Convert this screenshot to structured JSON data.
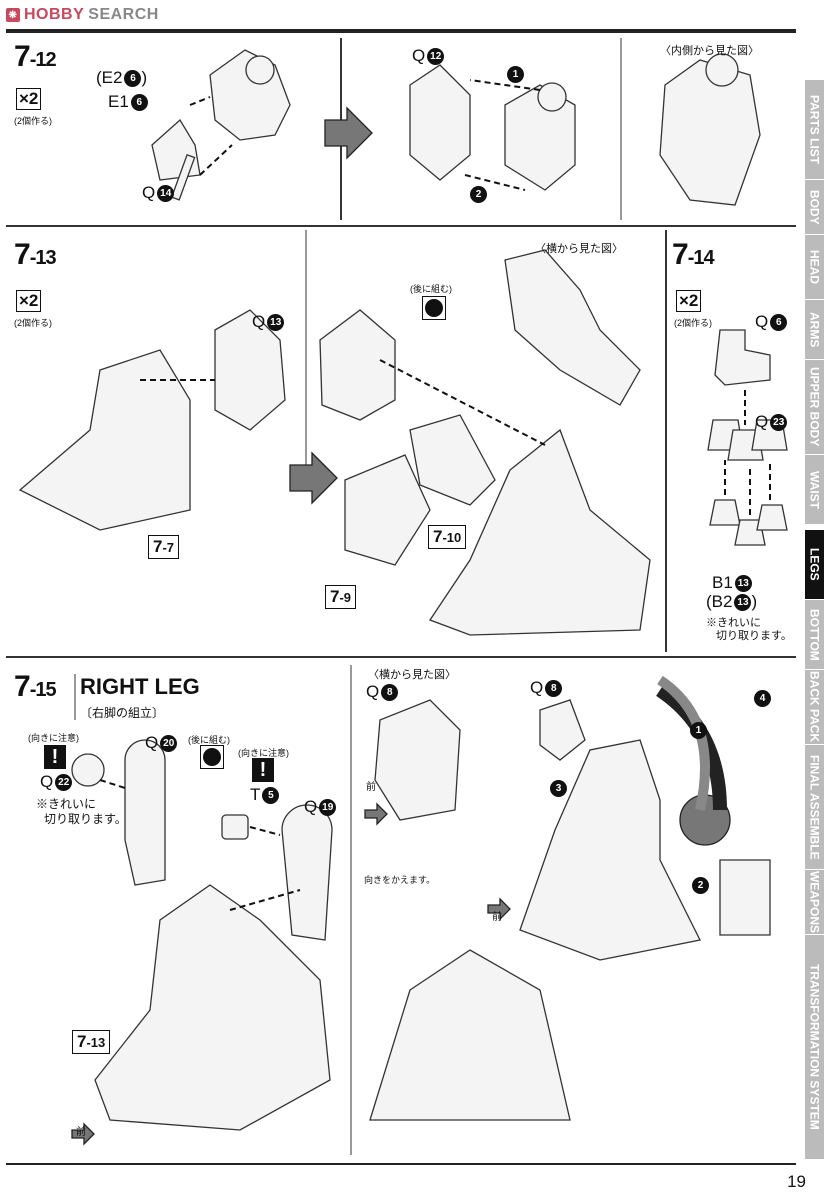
{
  "header": {
    "logo": "HOBBY SEARCH",
    "logo_part1": "HOBBY",
    "logo_part2": "SEARCH"
  },
  "page_number": "19",
  "tabs": [
    {
      "label": "PARTS LIST",
      "active": false
    },
    {
      "label": "BODY",
      "active": false
    },
    {
      "label": "HEAD",
      "active": false
    },
    {
      "label": "ARMS",
      "active": false
    },
    {
      "label": "UPPER BODY",
      "active": false
    },
    {
      "label": "WAIST",
      "active": false
    },
    {
      "label": "LEGS",
      "active": true
    },
    {
      "label": "BOTTOM",
      "active": false
    },
    {
      "label": "BACK PACK",
      "active": false
    },
    {
      "label": "FINAL ASSEMBLE",
      "active": false
    },
    {
      "label": "WEAPONS",
      "active": false
    },
    {
      "label": "TRANSFORMATION SYSTEM",
      "active": false
    }
  ],
  "steps": {
    "s712": {
      "num": "7",
      "sub": "-12",
      "qty": "×2",
      "qty_note": "(2個作る)",
      "parts": {
        "e2": "(E2",
        "e2n": "6",
        "e2c": ")",
        "e1": "E1",
        "e1n": "6",
        "q14": "Q",
        "q14n": "14",
        "q12": "Q",
        "q12n": "12"
      },
      "view_note": "〈内側から見た図〉",
      "arrows": [
        "1",
        "2"
      ]
    },
    "s713": {
      "num": "7",
      "sub": "-13",
      "qty": "×2",
      "qty_note": "(2個作る)",
      "parts": {
        "q13": "Q",
        "q13n": "13"
      },
      "later_note": "(後に組む)",
      "view_note": "〈横から見た図〉",
      "refs": [
        {
          "num": "7",
          "sub": "-7"
        },
        {
          "num": "7",
          "sub": "-10"
        },
        {
          "num": "7",
          "sub": "-9"
        }
      ]
    },
    "s714": {
      "num": "7",
      "sub": "-14",
      "qty": "×2",
      "qty_note": "(2個作る)",
      "parts": {
        "q6": "Q",
        "q6n": "6",
        "q23": "Q",
        "q23n": "23",
        "b1": "B1",
        "b1n": "13",
        "b2": "(B2",
        "b2n": "13",
        "b2c": ")"
      },
      "cut_note1": "※きれいに",
      "cut_note2": "切り取ります。"
    },
    "s715": {
      "num": "7",
      "sub": "-15",
      "title": "RIGHT LEG",
      "subtitle": "〔右脚の組立〕",
      "caution1": "(向きに注意)",
      "caution2": "(向きに注意)",
      "later_note": "(後に組む)",
      "cut_note1": "※きれいに",
      "cut_note2": "切り取ります。",
      "parts": {
        "q22": "Q",
        "q22n": "22",
        "q20": "Q",
        "q20n": "20",
        "t5": "T",
        "t5n": "5",
        "q19": "Q",
        "q19n": "19",
        "q8a": "Q",
        "q8an": "8",
        "q8b": "Q",
        "q8bn": "8"
      },
      "view_note": "〈横から見た図〉",
      "front1": "前",
      "front2": "前",
      "front3": "前",
      "turn_note": "向きをかえます。",
      "ref": {
        "num": "7",
        "sub": "-13"
      },
      "arrows": [
        "1",
        "2",
        "3",
        "4"
      ]
    }
  }
}
